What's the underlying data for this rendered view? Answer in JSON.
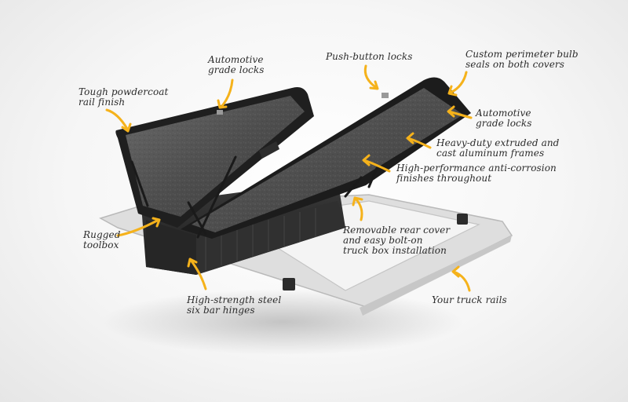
{
  "colors": {
    "arrow": "#f5b21b",
    "text": "#2b2b2b",
    "box": "#2a2a2a",
    "lid_liner": "#5a5a5a",
    "rail": "#d9d9d9"
  },
  "callouts": [
    {
      "id": "tough-powdercoat",
      "text": "Tough powdercoat\nrail finish"
    },
    {
      "id": "automotive-locks-left",
      "text": "Automotive\ngrade locks"
    },
    {
      "id": "push-button-locks",
      "text": "Push-button locks"
    },
    {
      "id": "custom-perimeter-bulb",
      "text": "Custom perimeter bulb\nseals on both covers"
    },
    {
      "id": "automotive-locks-right",
      "text": "Automotive\ngrade locks"
    },
    {
      "id": "heavy-duty-frames",
      "text": "Heavy-duty extruded and\ncast aluminum frames"
    },
    {
      "id": "anti-corrosion",
      "text": "High-performance anti-corrosion\nfinishes throughout"
    },
    {
      "id": "removable-rear-cover",
      "text": "Removable rear cover\nand easy bolt-on\ntruck box installation"
    },
    {
      "id": "rugged-toolbox",
      "text": "Rugged\ntoolbox"
    },
    {
      "id": "six-bar-hinges",
      "text": "High-strength steel\nsix bar hinges"
    },
    {
      "id": "truck-rails",
      "text": "Your truck rails"
    }
  ]
}
